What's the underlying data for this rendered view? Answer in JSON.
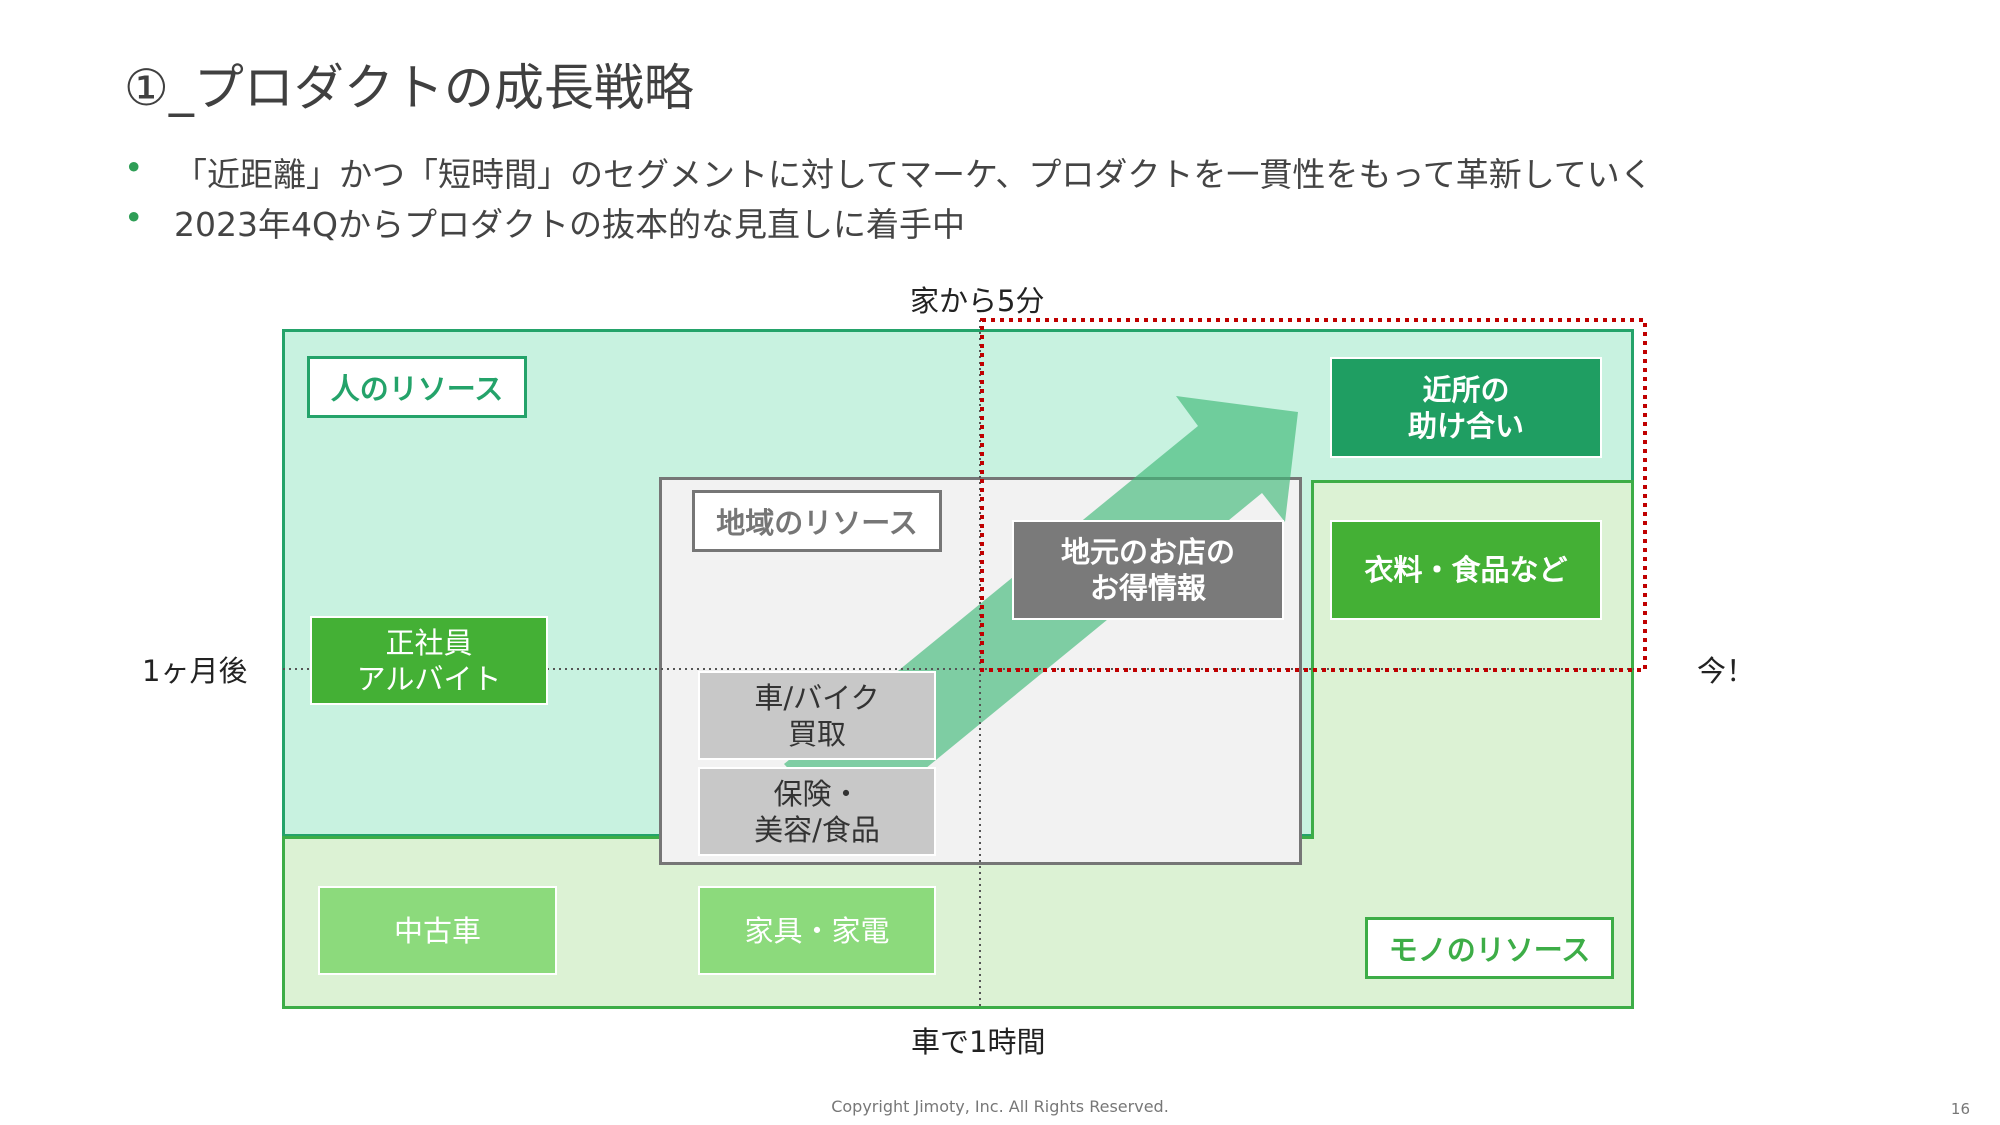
{
  "title": "①_プロダクトの成長戦略",
  "bullets": [
    "「近距離」かつ「短時間」のセグメントに対してマーケ、プロダクトを一貫性をもって革新していく",
    "2023年4Qからプロダクトの抜本的な見直しに着手中"
  ],
  "axes": {
    "top": "家から5分",
    "bottom": "車で1時間",
    "left": "1ヶ月後",
    "right": "今！"
  },
  "regions": {
    "people": "人のリソース",
    "local": "地域のリソース",
    "things": "モノのリソース"
  },
  "boxes": {
    "neighborhood_help": "近所の\n助け合い",
    "clothing_food": "衣料・食品など",
    "local_shop_deals": "地元のお店の\nお得情報",
    "fulltime_parttime": "正社員\nアルバイト",
    "car_bike": "車/バイク\n買取",
    "insurance_beauty": "保険・\n美容/食品",
    "used_car": "中古車",
    "furniture_appliances": "家具・家電"
  },
  "colors": {
    "accent_green": "#24a36a",
    "things_green": "#3dad47",
    "highlight_red": "#c00000"
  },
  "footer": {
    "copyright": "Copyright Jimoty, Inc. All Rights Reserved.",
    "page": "16"
  }
}
